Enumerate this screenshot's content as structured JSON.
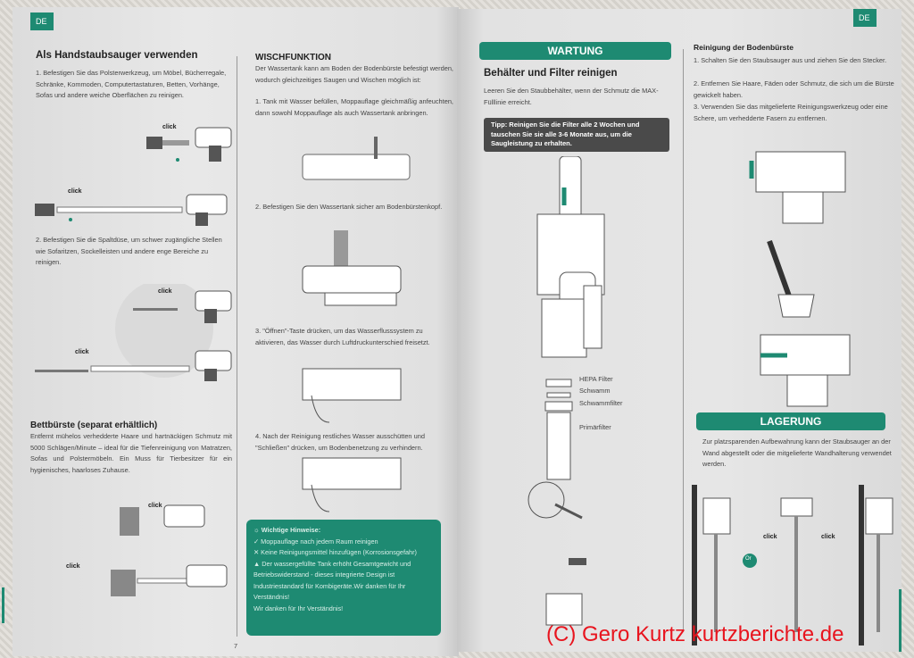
{
  "left_page": {
    "lang_tag": "DE",
    "col1": {
      "title": "Als Handstaubsauger verwenden",
      "step1": "1. Befestigen Sie das Polsterwerkzeug, um Möbel, Bücherregale, Schränke, Kommoden, Computertastaturen, Betten, Vorhänge, Sofas und andere weiche Oberflächen zu reinigen.",
      "step2": "2. Befestigen Sie die Spaltdüse, um schwer zugängliche Stellen wie Sofaritzen, Sockelleisten und andere enge Bereiche zu reinigen.",
      "bed_title": "Bettbürste (separat erhältlich)",
      "bed_text": "Entfernt mühelos verhedderte Haare und hartnäckigen Schmutz mit 5000 Schlägen/Minute – ideal für die Tiefenreinigung von Matratzen, Sofas und Polstermöbeln. Ein Muss für Tierbesitzer für ein hygienisches, haarloses Zuhause.",
      "click": "click"
    },
    "col2": {
      "title": "WISCHFUNKTION",
      "intro": "Der Wassertank kann am Boden der Bodenbürste befestigt werden, wodurch gleichzeitiges Saugen und Wischen möglich ist:",
      "step1": "1. Tank mit Wasser befüllen, Moppauflage gleichmäßig anfeuchten, dann sowohl Moppauflage als auch Wassertank anbringen.",
      "step2": "2. Befestigen Sie den Wassertank sicher am Bodenbürstenkopf.",
      "step3": "3. \"Öffnen\"-Taste drücken, um das Wasserflusssystem zu aktivieren, das Wasser durch Luftdruckunterschied freisetzt.",
      "step4": "4. Nach der Reinigung restliches Wasser ausschütten und \"Schließen\" drücken, um Bodenbenetzung zu verhindern.",
      "notes": {
        "title": "Wichtige Hinweise:",
        "item1": "Moppauflage nach jedem Raum reinigen",
        "item2": "Keine Reinigungsmittel hinzufügen (Korrosionsgefahr)",
        "item3": "Der wassergefüllte Tank erhöht Gesamtgewicht und Betriebswiderstand - dieses integrierte Design ist Industriestandard für Kombigeräte.Wir danken für Ihr Verständnis!",
        "item4": "Wir danken für Ihr Verständnis!"
      }
    },
    "page_number": "7"
  },
  "right_page": {
    "lang_tag": "DE",
    "col1": {
      "banner": "WARTUNG",
      "title": "Behälter und Filter reinigen",
      "text": "Leeren Sie den Staubbehälter, wenn der Schmutz die MAX-Fülllinie erreicht.",
      "tip": "Tipp: Reinigen Sie die Filter alle 2 Wochen und tauschen Sie sie alle 3-6 Monate aus, um die Saugleistung zu erhalten.",
      "filter_labels": [
        "HEPA Filter",
        "Schwamm",
        "Schwammfilter",
        "Primärfilter"
      ]
    },
    "col2": {
      "title": "Reinigung der Bodenbürste",
      "step1": "1. Schalten Sie den Staubsauger aus und ziehen Sie den Stecker.",
      "step2": "2. Entfernen Sie Haare, Fäden oder Schmutz, die sich um die Bürste gewickelt haben.",
      "step3": "3. Verwenden Sie das mitgelieferte Reinigungswerkzeug oder eine Schere, um verhedderte Fasern zu entfernen.",
      "storage_banner": "LAGERUNG",
      "storage_text": "Zur platzsparenden Aufbewahrung kann der Staubsauger an der Wand abgestellt oder die mitgelieferte Wandhalterung verwendet werden.",
      "or": "Or",
      "click": "click"
    }
  },
  "watermark": "(C) Gero Kurtz kurtzberichte.de",
  "colors": {
    "accent": "#1e8a72",
    "tip": "#4a4a4a",
    "watermark": "#e8141e"
  }
}
